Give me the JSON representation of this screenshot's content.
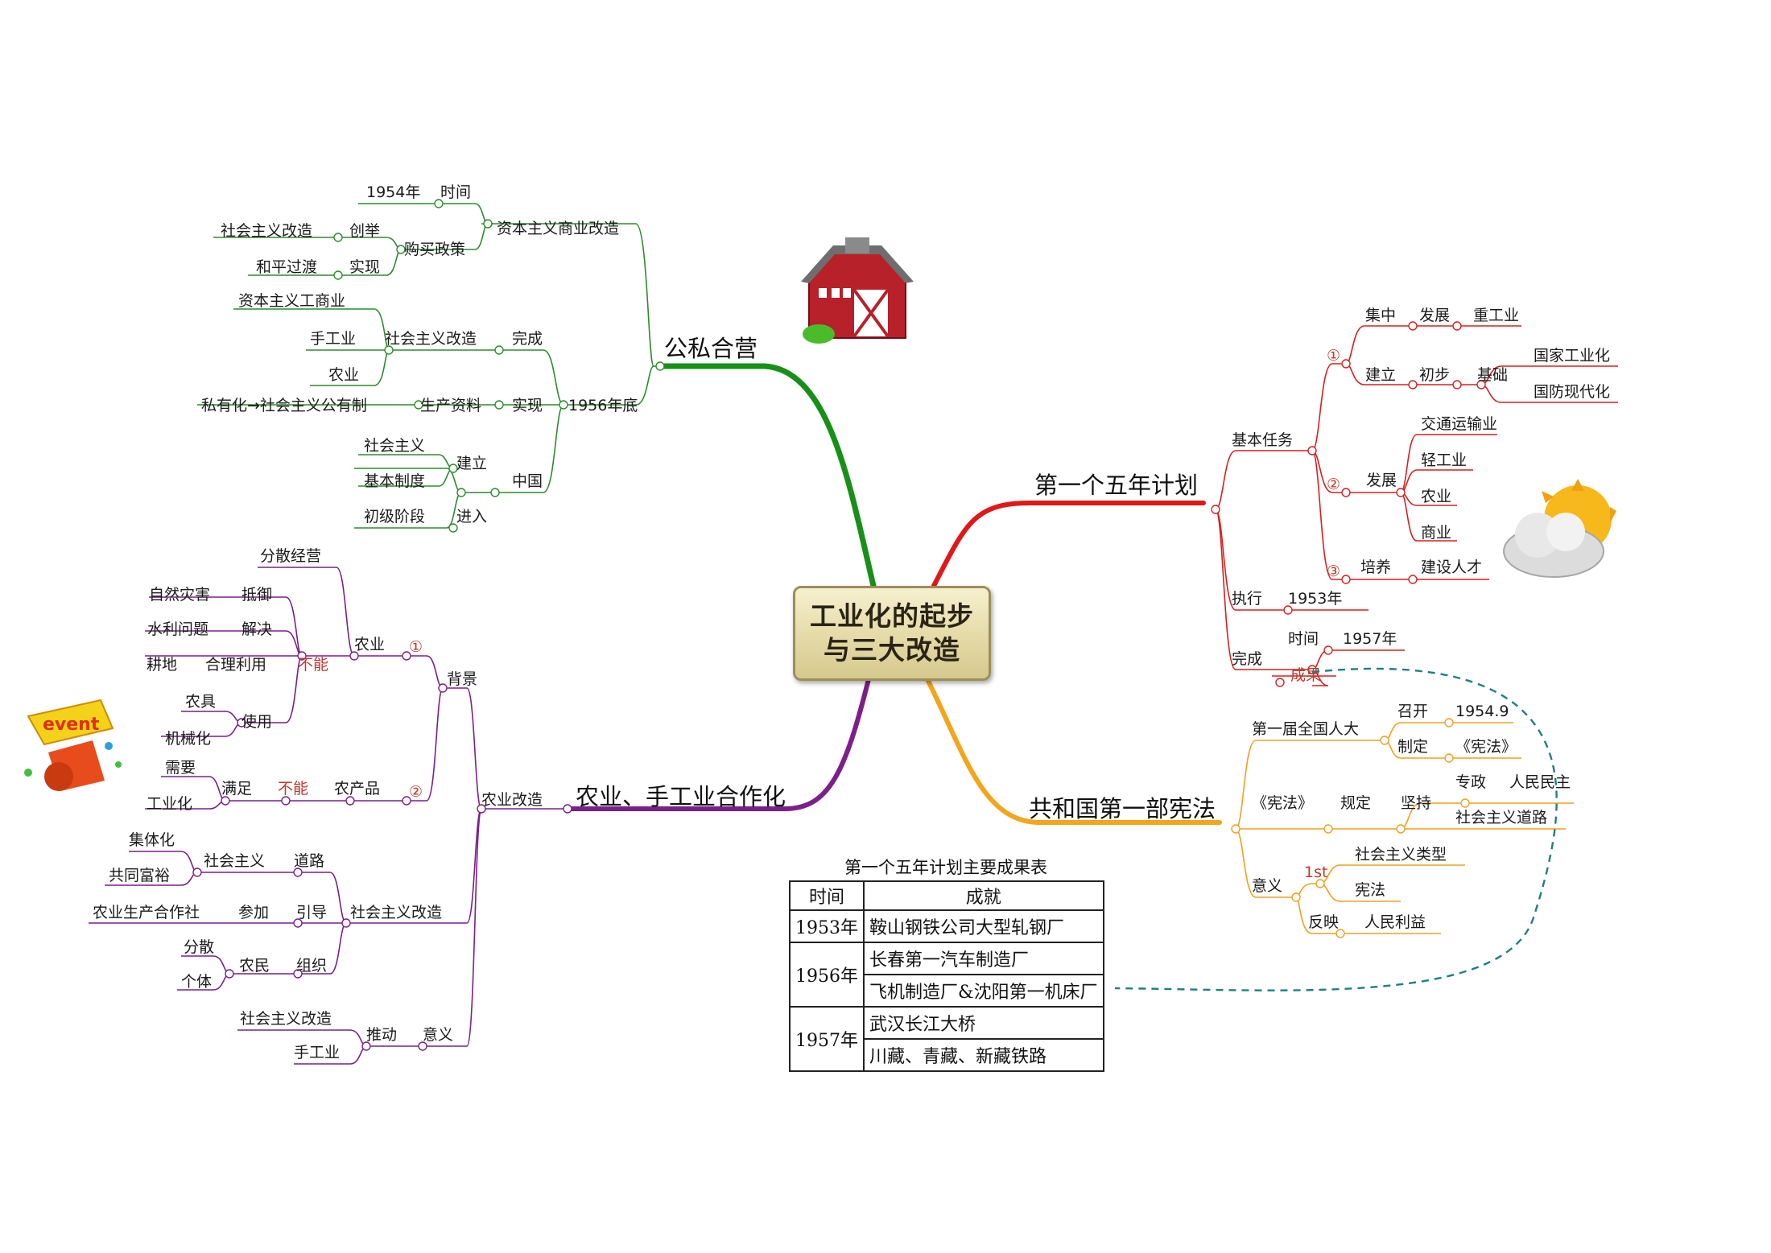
{
  "center": {
    "line1": "工业化的起步",
    "line2": "与三大改造"
  },
  "branches": {
    "gongsi": {
      "title": "公私合营",
      "a_title": "资本主义商业改造",
      "a_year": "1954年",
      "a_time": "时间",
      "a_buy": "购买政策",
      "a_soc": "社会主义改造",
      "a_create": "创举",
      "a_peace": "和平过渡",
      "a_realize": "实现",
      "b_title": "1956年底",
      "b_capital": "资本主义工商业",
      "b_hand": "手工业",
      "b_agri": "农业",
      "b_soc": "社会主义改造",
      "b_done": "完成",
      "b_private": "私有化→社会主义公有制",
      "b_means": "生产资料",
      "b_real": "实现",
      "b_china": "中国",
      "b_socialism": "社会主义",
      "b_system": "基本制度",
      "b_build": "建立",
      "b_primary": "初级阶段",
      "b_enter": "进入"
    },
    "plan": {
      "title": "第一个五年计划",
      "task": "基本任务",
      "n1": "①",
      "focus": "集中",
      "develop1": "发展",
      "heavy": "重工业",
      "build": "建立",
      "initial": "初步",
      "base": "基础",
      "nat_ind": "国家工业化",
      "nat_def": "国防现代化",
      "n2": "②",
      "develop2": "发展",
      "transport": "交通运输业",
      "light": "轻工业",
      "agri": "农业",
      "commerce": "商业",
      "n3": "③",
      "train": "培养",
      "talent": "建设人才",
      "exec": "执行",
      "exec_year": "1953年",
      "complete": "完成",
      "time": "时间",
      "comp_year": "1957年",
      "result": "成果"
    },
    "constitution": {
      "title": "共和国第一部宪法",
      "npc": "第一届全国人大",
      "convene": "召开",
      "date": "1954.9",
      "make": "制定",
      "law": "《宪法》",
      "law2": "《宪法》",
      "stipulate": "规定",
      "adhere": "坚持",
      "dict": "专政",
      "democracy": "人民民主",
      "socialist_road": "社会主义道路",
      "meaning": "意义",
      "first": "1st",
      "type": "社会主义类型",
      "constitution": "宪法",
      "reflect": "反映",
      "people": "人民利益"
    },
    "coop": {
      "title": "农业、手工业合作化",
      "bg": "背景",
      "agri": "农业",
      "n1": "①",
      "dispersed": "分散经营",
      "cannot1": "不能",
      "disaster": "自然灾害",
      "resist": "抵御",
      "water": "水利问题",
      "solve": "解决",
      "land": "耕地",
      "use_rationally": "合理利用",
      "tools": "农具",
      "mech": "机械化",
      "use": "使用",
      "n2": "②",
      "need": "需要",
      "industry": "工业化",
      "satisfy": "满足",
      "cannot2": "不能",
      "product": "农产品",
      "reform": "农业改造",
      "collect": "集体化",
      "common": "共同富裕",
      "socialism": "社会主义",
      "road": "道路",
      "coop_society": "农业生产合作社",
      "join": "参加",
      "guide": "引导",
      "soc_reform": "社会主义改造",
      "scatter": "分散",
      "individual": "个体",
      "farmer": "农民",
      "organize": "组织",
      "m_soc": "社会主义改造",
      "m_hand": "手工业",
      "push": "推动",
      "meaning": "意义"
    }
  },
  "table": {
    "title": "第一个五年计划主要成果表",
    "headers": [
      "时间",
      "成就"
    ],
    "rows": [
      {
        "year": "1953年",
        "items": [
          "鞍山钢铁公司大型轧钢厂"
        ]
      },
      {
        "year": "1956年",
        "items": [
          "长春第一汽车制造厂",
          "飞机制造厂&沈阳第一机床厂"
        ]
      },
      {
        "year": "1957年",
        "items": [
          "武汉长江大桥",
          "川藏、青藏、新藏铁路"
        ]
      }
    ]
  },
  "decor": {
    "event_text": "event"
  },
  "colors": {
    "green": "#2e8b2e",
    "red": "#d62020",
    "orange": "#f0a020",
    "purple": "#7a1f8a",
    "teal": "#1f7f7f"
  }
}
